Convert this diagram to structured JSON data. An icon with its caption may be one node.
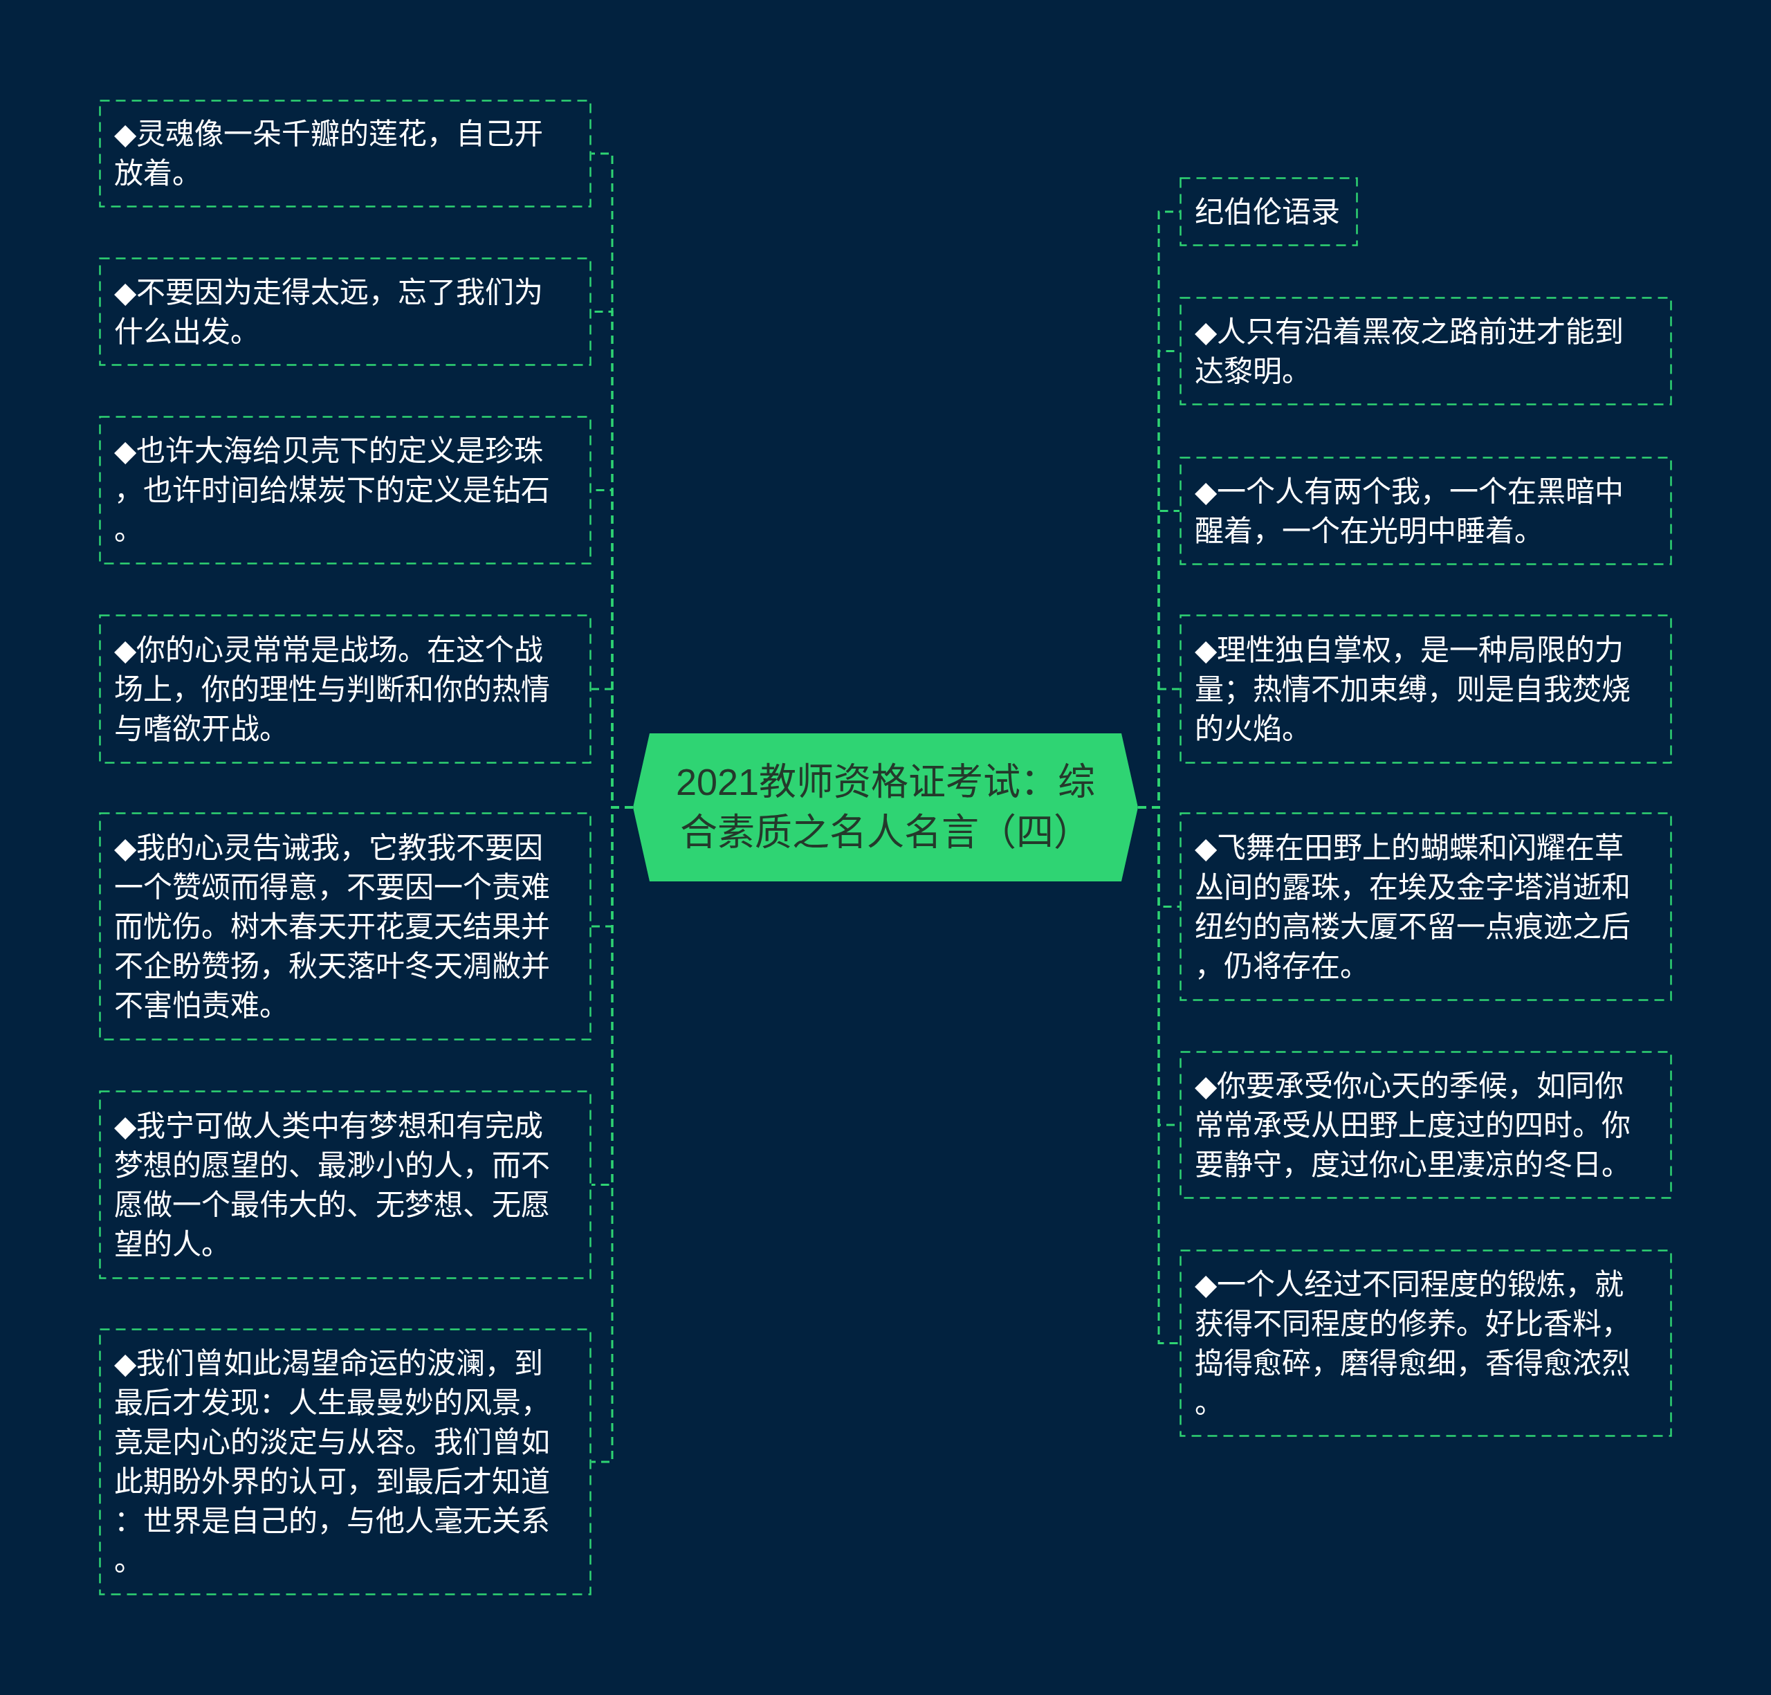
{
  "diagram": {
    "nodes": [
      {
        "text": [
          "2021教师资格证考试：综合素质之名人名言（四）"
        ]
      },
      {
        "text": [
          "◆灵魂像一朵千瓣的莲花，自己开放着。"
        ]
      },
      {
        "text": [
          "◆不要因为走得太远，忘了我们为什么出发。"
        ]
      },
      {
        "text": [
          "◆也许大海给贝壳下的定义是珍珠，也许时间给煤炭下的定义是钻石。"
        ]
      },
      {
        "text": [
          "◆你的心灵常常是战场。在这个战场上，你的理性与判断和你的热情与嗜欲开战。"
        ]
      },
      {
        "text": [
          "◆我的心灵告诫我，它教我不要因一个赞颂而得意，不要因一个责难而忧伤。树木春天开花夏天结果并不企盼赞扬，秋天落叶冬天凋敝并不害怕责难。"
        ]
      },
      {
        "text": [
          "◆我宁可做人类中有梦想和有完成梦想的愿望的、最渺小的人，而不愿做一个最伟大的、无梦想、无愿望的人。"
        ]
      },
      {
        "text": [
          "◆我们曾如此渴望命运的波澜，到最后才发现：人生最曼妙的风景，竟是内心的淡定与从容。我们曾如此期盼外界的认可，到最后才知道：世界是自己的，与他人毫无关系。"
        ]
      },
      {
        "text": [
          "纪伯伦语录"
        ]
      },
      {
        "text": [
          "◆人只有沿着黑夜之路前进才能到达黎明。"
        ]
      },
      {
        "text": [
          "◆一个人有两个我，一个在黑暗中醒着，一个在光明中睡着。"
        ]
      },
      {
        "text": [
          "◆理性独自掌权，是一种局限的力量；热情不加束缚，则是自我焚烧的火焰。"
        ]
      },
      {
        "text": [
          "◆飞舞在田野上的蝴蝶和闪耀在草丛间的露珠，在埃及金字塔消逝和纽约的高楼大厦不留一点痕迹之后，仍将存在。"
        ]
      },
      {
        "text": [
          "◆你要承受你心天的季候，如同你常常承受从田野上度过的四时。你要静守，度过你心里凄凉的冬日。"
        ]
      },
      {
        "text": [
          "◆一个人经过不同程度的锻炼，就获得不同程度的修养。好比香料，捣得愈碎，磨得愈细，香得愈浓烈。"
        ]
      }
    ],
    "edges": [
      {
        "from": 0,
        "to": 1,
        "arrow": "none",
        "style": "dashed"
      },
      {
        "from": 0,
        "to": 2,
        "arrow": "none",
        "style": "dashed"
      },
      {
        "from": 0,
        "to": 3,
        "arrow": "none",
        "style": "dashed"
      },
      {
        "from": 0,
        "to": 4,
        "arrow": "none",
        "style": "dashed"
      },
      {
        "from": 0,
        "to": 5,
        "arrow": "none",
        "style": "dashed"
      },
      {
        "from": 0,
        "to": 6,
        "arrow": "none",
        "style": "dashed"
      },
      {
        "from": 0,
        "to": 7,
        "arrow": "none",
        "style": "dashed"
      },
      {
        "from": 0,
        "to": 8,
        "arrow": "none",
        "style": "dashed"
      },
      {
        "from": 0,
        "to": 9,
        "arrow": "none",
        "style": "dashed"
      },
      {
        "from": 0,
        "to": 10,
        "arrow": "none",
        "style": "dashed"
      },
      {
        "from": 0,
        "to": 11,
        "arrow": "none",
        "style": "dashed"
      },
      {
        "from": 0,
        "to": 12,
        "arrow": "none",
        "style": "dashed"
      },
      {
        "from": 0,
        "to": 13,
        "arrow": "none",
        "style": "dashed"
      },
      {
        "from": 0,
        "to": 14,
        "arrow": "none",
        "style": "dashed"
      }
    ]
  }
}
